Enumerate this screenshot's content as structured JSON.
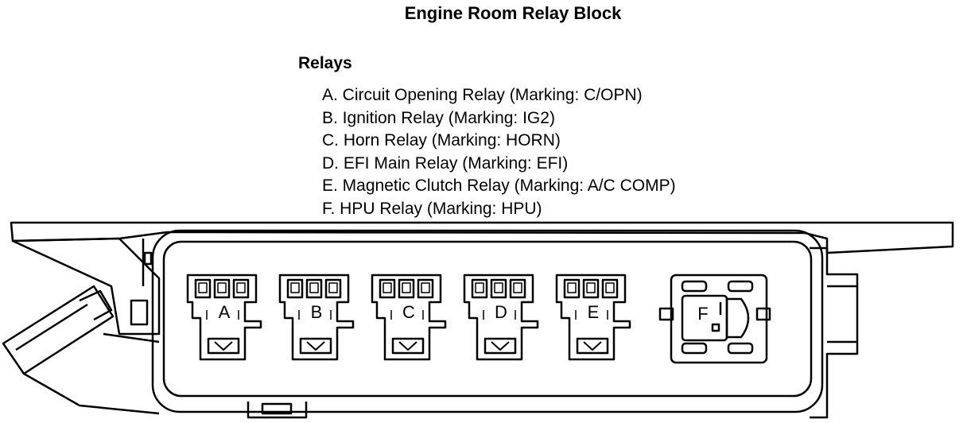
{
  "title": "Engine Room Relay Block",
  "relays_heading": "Relays",
  "relays": [
    {
      "letter": "A",
      "text": "A. Circuit Opening Relay (Marking: C/OPN)"
    },
    {
      "letter": "B",
      "text": "B. Ignition Relay (Marking: IG2)"
    },
    {
      "letter": "C",
      "text": "C. Horn Relay (Marking: HORN)"
    },
    {
      "letter": "D",
      "text": "D. EFI Main Relay (Marking: EFI)"
    },
    {
      "letter": "E",
      "text": "E. Magnetic Clutch Relay (Marking: A/C COMP)"
    },
    {
      "letter": "F",
      "text": "F. HPU Relay (Marking: HPU)"
    }
  ]
}
